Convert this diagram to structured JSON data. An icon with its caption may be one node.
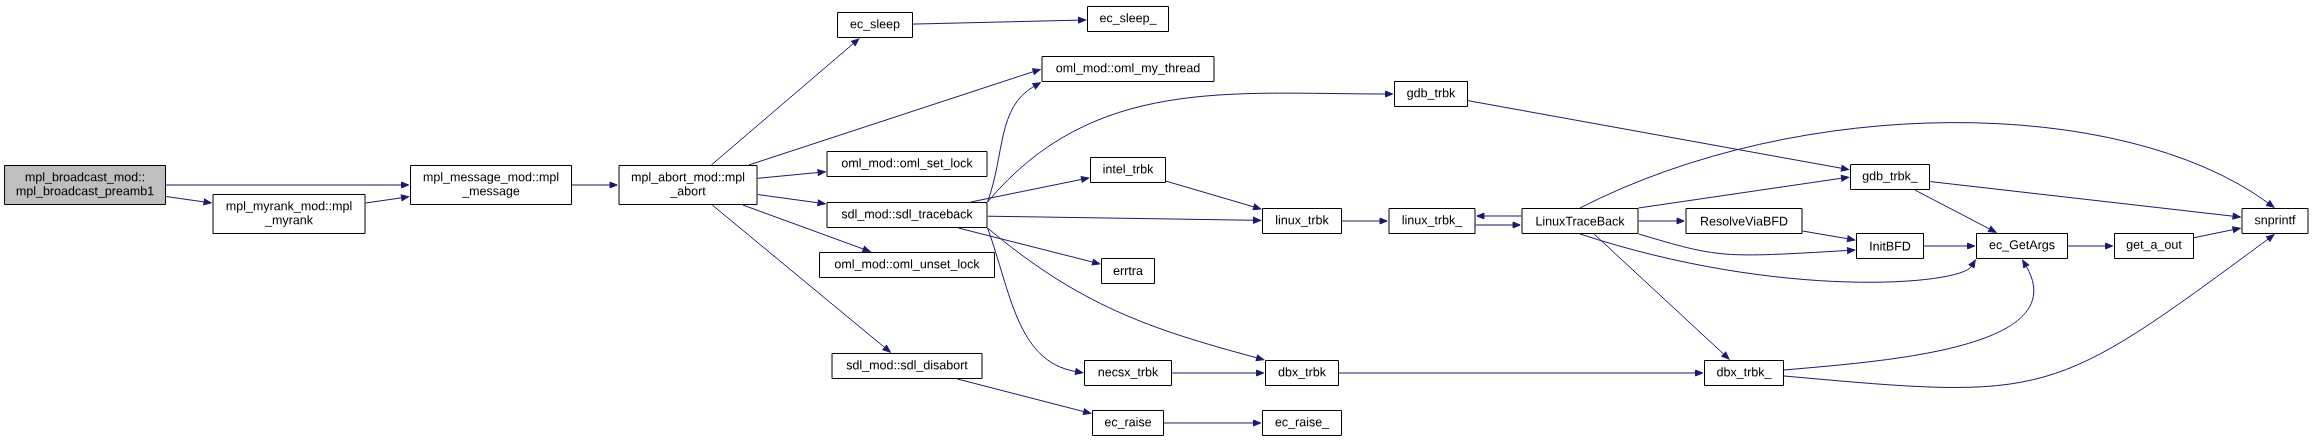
{
  "diagram": {
    "nodes": [
      {
        "text": [
          "mpl_broadcast_mod:: mpl_broadcast_preamb1"
        ]
      },
      {
        "text": [
          "mpl_myrank_mod::mpl _myrank"
        ]
      },
      {
        "text": [
          "mpl_message_mod::mpl _message"
        ]
      },
      {
        "text": [
          "mpl_abort_mod::mpl _abort"
        ]
      },
      {
        "text": [
          "ec_sleep"
        ]
      },
      {
        "text": [
          "ec_sleep_"
        ]
      },
      {
        "text": [
          "oml_mod::oml_my_thread"
        ]
      },
      {
        "text": [
          "oml_mod::oml_set_lock"
        ]
      },
      {
        "text": [
          "sdl_mod::sdl_traceback"
        ]
      },
      {
        "text": [
          "oml_mod::oml_unset_lock"
        ]
      },
      {
        "text": [
          "sdl_mod::sdl_disabort"
        ]
      },
      {
        "text": [
          "gdb_trbk"
        ]
      },
      {
        "text": [
          "intel_trbk"
        ]
      },
      {
        "text": [
          "linux_trbk"
        ]
      },
      {
        "text": [
          "linux_trbk_"
        ]
      },
      {
        "text": [
          "errtra"
        ]
      },
      {
        "text": [
          "necsx_trbk"
        ]
      },
      {
        "text": [
          "dbx_trbk"
        ]
      },
      {
        "text": [
          "ec_raise"
        ]
      },
      {
        "text": [
          "ec_raise_"
        ]
      },
      {
        "text": [
          "LinuxTraceBack"
        ]
      },
      {
        "text": [
          "ResolveViaBFD"
        ]
      },
      {
        "text": [
          "gdb_trbk_"
        ]
      },
      {
        "text": [
          "InitBFD"
        ]
      },
      {
        "text": [
          "ec_GetArgs"
        ]
      },
      {
        "text": [
          "get_a_out"
        ]
      },
      {
        "text": [
          "snprintf"
        ]
      },
      {
        "text": [
          "dbx_trbk_"
        ]
      }
    ],
    "edges": [
      {
        "from": 0,
        "to": 2,
        "arrow": "to"
      },
      {
        "from": 0,
        "to": 1,
        "arrow": "to"
      },
      {
        "from": 1,
        "to": 2,
        "arrow": "to"
      },
      {
        "from": 2,
        "to": 3,
        "arrow": "to"
      },
      {
        "from": 3,
        "to": 4,
        "arrow": "to"
      },
      {
        "from": 3,
        "to": 6,
        "arrow": "to"
      },
      {
        "from": 3,
        "to": 7,
        "arrow": "to"
      },
      {
        "from": 3,
        "to": 8,
        "arrow": "to"
      },
      {
        "from": 3,
        "to": 9,
        "arrow": "to"
      },
      {
        "from": 3,
        "to": 10,
        "arrow": "to"
      },
      {
        "from": 4,
        "to": 5,
        "arrow": "to"
      },
      {
        "from": 8,
        "to": 6,
        "arrow": "to"
      },
      {
        "from": 8,
        "to": 11,
        "arrow": "to"
      },
      {
        "from": 8,
        "to": 12,
        "arrow": "to"
      },
      {
        "from": 8,
        "to": 13,
        "arrow": "to"
      },
      {
        "from": 8,
        "to": 15,
        "arrow": "to"
      },
      {
        "from": 8,
        "to": 16,
        "arrow": "to"
      },
      {
        "from": 8,
        "to": 17,
        "arrow": "to"
      },
      {
        "from": 10,
        "to": 18,
        "arrow": "to"
      },
      {
        "from": 18,
        "to": 19,
        "arrow": "to"
      },
      {
        "from": 11,
        "to": 22,
        "arrow": "to"
      },
      {
        "from": 12,
        "to": 13,
        "arrow": "to"
      },
      {
        "from": 13,
        "to": 14,
        "arrow": "to"
      },
      {
        "from": 14,
        "to": 20,
        "arrow": "to"
      },
      {
        "from": 20,
        "to": 14,
        "arrow": "to"
      },
      {
        "from": 20,
        "to": 26,
        "arrow": "to"
      },
      {
        "from": 20,
        "to": 22,
        "arrow": "to"
      },
      {
        "from": 20,
        "to": 21,
        "arrow": "to"
      },
      {
        "from": 20,
        "to": 23,
        "arrow": "to"
      },
      {
        "from": 20,
        "to": 24,
        "arrow": "to"
      },
      {
        "from": 20,
        "to": 27,
        "arrow": "to"
      },
      {
        "from": 16,
        "to": 17,
        "arrow": "to"
      },
      {
        "from": 17,
        "to": 27,
        "arrow": "to"
      },
      {
        "from": 21,
        "to": 23,
        "arrow": "to"
      },
      {
        "from": 22,
        "to": 24,
        "arrow": "to"
      },
      {
        "from": 22,
        "to": 26,
        "arrow": "to"
      },
      {
        "from": 23,
        "to": 24,
        "arrow": "to"
      },
      {
        "from": 24,
        "to": 25,
        "arrow": "to"
      },
      {
        "from": 25,
        "to": 26,
        "arrow": "to"
      },
      {
        "from": 27,
        "to": 24,
        "arrow": "to"
      },
      {
        "from": 27,
        "to": 26,
        "arrow": "to"
      }
    ]
  }
}
